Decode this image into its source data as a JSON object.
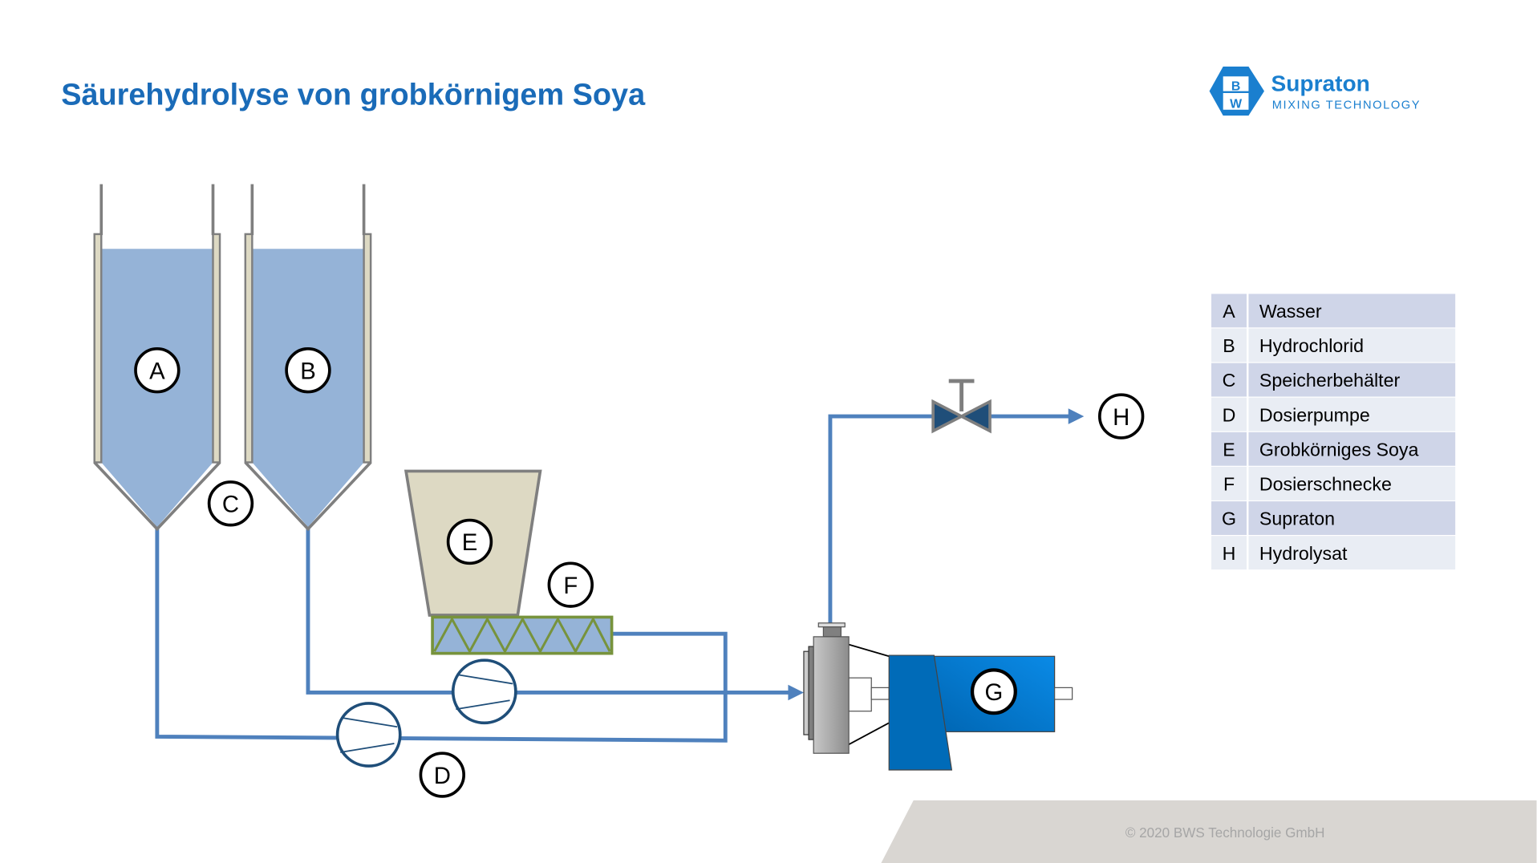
{
  "title": "Säurehydrolyse von grobkörnigem Soya",
  "logo": {
    "name": "Supraton",
    "tagline": "MIXING TECHNOLOGY",
    "mark_letters": [
      "B",
      "W"
    ]
  },
  "diagram_labels": [
    "A",
    "B",
    "C",
    "D",
    "E",
    "F",
    "G",
    "H"
  ],
  "legend": [
    {
      "key": "A",
      "label": "Wasser"
    },
    {
      "key": "B",
      "label": "Hydrochlorid"
    },
    {
      "key": "C",
      "label": "Speicherbehälter"
    },
    {
      "key": "D",
      "label": "Dosierpumpe"
    },
    {
      "key": "E",
      "label": "Grobkörniges Soya"
    },
    {
      "key": "F",
      "label": "Dosierschnecke"
    },
    {
      "key": "G",
      "label": "Supraton"
    },
    {
      "key": "H",
      "label": "Hydrolysat"
    }
  ],
  "footer": "© 2020 BWS Technologie GmbH",
  "colors": {
    "title": "#1a6bb8",
    "pipe": "#4f81bd",
    "liquid": "#95b3d7",
    "legend_dark": "#cfd5e8",
    "legend_light": "#e9edf4"
  }
}
